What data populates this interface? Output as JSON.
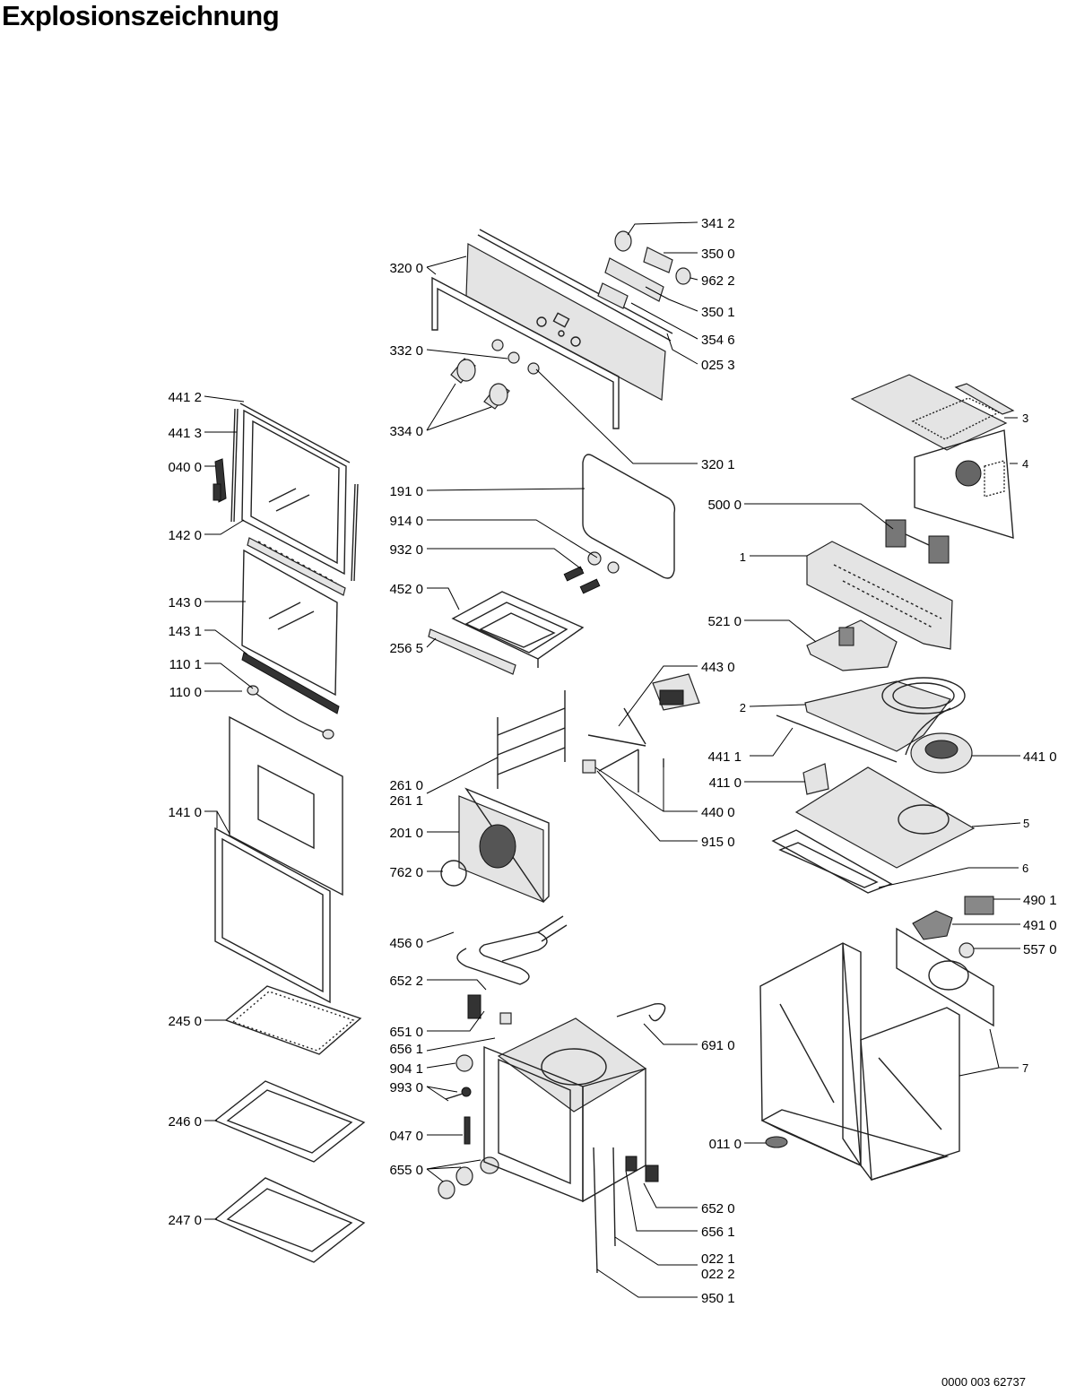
{
  "title": "Explosionszeichnung",
  "document_number": "0000 003 62737",
  "part_labels": [
    "341 2",
    "350 0",
    "962 2",
    "350 1",
    "354 6",
    "025 3",
    "320 0",
    "332 0",
    "334 0",
    "320 1",
    "441 2",
    "441 3",
    "040 0",
    "142 0",
    "143 0",
    "143 1",
    "110 1",
    "110 0",
    "141 0",
    "191 0",
    "914 0",
    "932 0",
    "452 0",
    "256 5",
    "261 0",
    "261 1",
    "201 0",
    "762 0",
    "456 0",
    "652 2",
    "651 0",
    "656 1",
    "904 1",
    "993 0",
    "047 0",
    "655 0",
    "245 0",
    "246 0",
    "247 0",
    "443 0",
    "441 1",
    "411 0",
    "440 0",
    "915 0",
    "3",
    "4",
    "500 0",
    "1",
    "521 0",
    "2",
    "441 0",
    "5",
    "6",
    "490 1",
    "491 0",
    "557 0",
    "7",
    "691 0",
    "011 0",
    "652 0",
    "656 1",
    "022 1",
    "022 2",
    "950 1"
  ]
}
